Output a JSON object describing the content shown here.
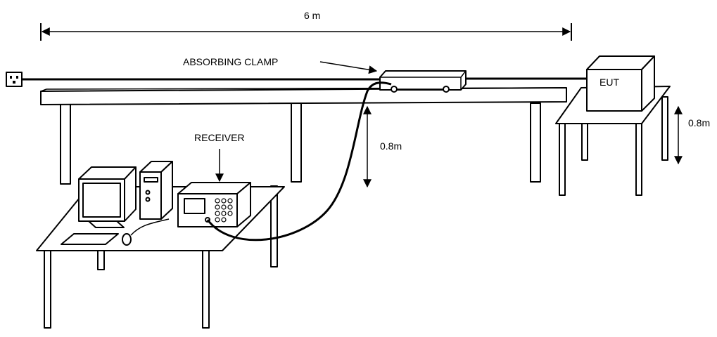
{
  "labels": {
    "distance": "6 m",
    "absorbing_clamp": "ABSORBING CLAMP",
    "eut": "EUT",
    "receiver": "RECEIVER",
    "height_center": "0.8m",
    "height_right": "0.8m"
  },
  "colors": {
    "line": "#000000",
    "fill": "#ffffff"
  },
  "icons": {
    "outlet": "power-outlet-icon",
    "monitor": "computer-monitor-icon",
    "tower": "computer-tower-icon",
    "keyboard": "keyboard-icon",
    "mouse": "mouse-icon",
    "receiver": "receiver-instrument-icon",
    "clamp": "absorbing-clamp-icon",
    "eut": "eut-box-icon"
  }
}
